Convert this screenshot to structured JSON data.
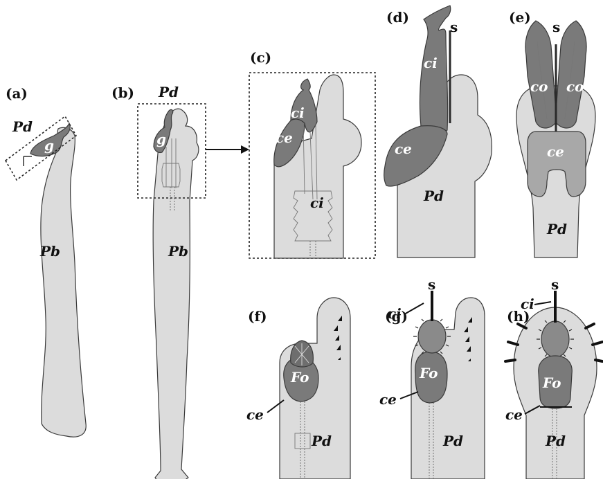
{
  "panels": {
    "a": {
      "label": "(a)",
      "pd": "Pd",
      "g": "g",
      "pb": "Pb"
    },
    "b": {
      "label": "(b)",
      "pd": "Pd",
      "g": "g",
      "pb": "Pb"
    },
    "c": {
      "label": "(c)",
      "ci_top": "ci",
      "ce": "ce",
      "ci_bottom": "ci"
    },
    "d": {
      "label": "(d)",
      "s": "s",
      "ci": "ci",
      "ce": "ce",
      "pd": "Pd"
    },
    "e": {
      "label": "(e)",
      "s": "s",
      "co_left": "co",
      "co_right": "co",
      "ce": "ce",
      "pd": "Pd"
    },
    "f": {
      "label": "(f)",
      "fo": "Fo",
      "ce": "ce",
      "pd": "Pd"
    },
    "g": {
      "label": "(g)",
      "s": "s",
      "ci": "ci",
      "fo": "Fo",
      "ce": "ce",
      "pd": "Pd"
    },
    "h": {
      "label": "(h)",
      "s": "s",
      "ci": "ci",
      "fo": "Fo",
      "ce": "ce",
      "pd": "Pd"
    }
  },
  "colors": {
    "light_fill": "#dcdcdc",
    "dark_fill": "#7a7a7a",
    "outline": "#3a3a3a"
  }
}
